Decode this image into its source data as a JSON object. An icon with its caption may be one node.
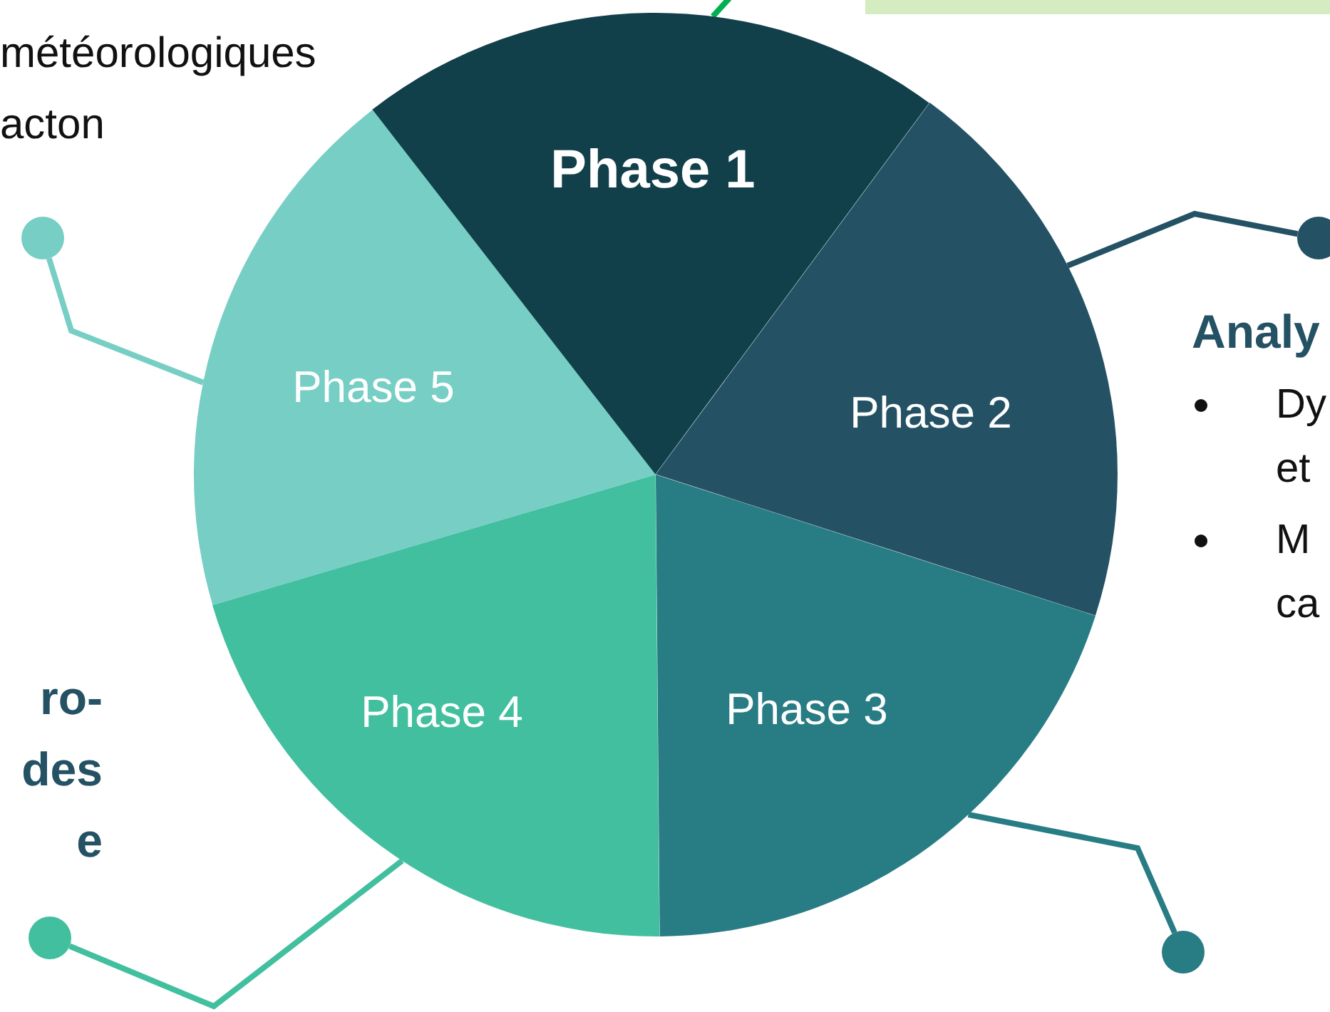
{
  "diagram": {
    "nodes": [
      {
        "text": [
          "Phase 1"
        ]
      },
      {
        "text": [
          "Phase 2"
        ]
      },
      {
        "text": [
          "Phase 3"
        ]
      },
      {
        "text": [
          "Phase 4"
        ]
      },
      {
        "text": [
          "Phase 5"
        ]
      },
      {
        "text": [],
        "shape": "circle"
      },
      {
        "text": [],
        "shape": "circle"
      },
      {
        "text": [],
        "shape": "circle"
      },
      {
        "text": [],
        "shape": "circle"
      },
      {
        "text": [],
        "shape": "box"
      }
    ],
    "edges": [
      {
        "from": 0,
        "to": null,
        "arrow": "none",
        "color": "#00b050"
      },
      {
        "from": 4,
        "to": 5,
        "arrow": "none",
        "color": "#77cec4"
      },
      {
        "from": 1,
        "to": 6,
        "arrow": "none",
        "color": "#245264"
      },
      {
        "from": 3,
        "to": 7,
        "arrow": "none",
        "color": "#42bf9f"
      },
      {
        "from": 2,
        "to": 8,
        "arrow": "none",
        "color": "#287c84"
      }
    ],
    "labels": [
      "météorologiques acton",
      "Analy",
      "Dy et",
      "M ca",
      "ro- des e"
    ]
  }
}
